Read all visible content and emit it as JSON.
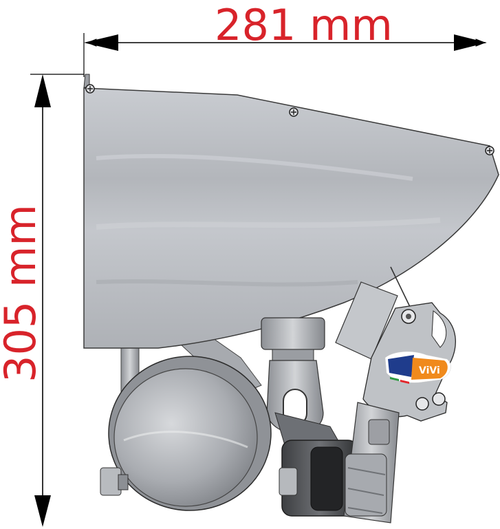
{
  "dimensions": {
    "width_label": "281 mm",
    "height_label": "305 mm"
  },
  "logo": {
    "text": "ViVi"
  },
  "colors": {
    "dimension_red": "#d8232a",
    "dimension_line": "#000000",
    "housing_gray": "#b9bcc1",
    "housing_edge": "#3a3a3a",
    "logo_blue": "#1f3c8c",
    "logo_orange": "#f08a1c",
    "logo_red": "#e3262b",
    "logo_green": "#2e9b43"
  }
}
